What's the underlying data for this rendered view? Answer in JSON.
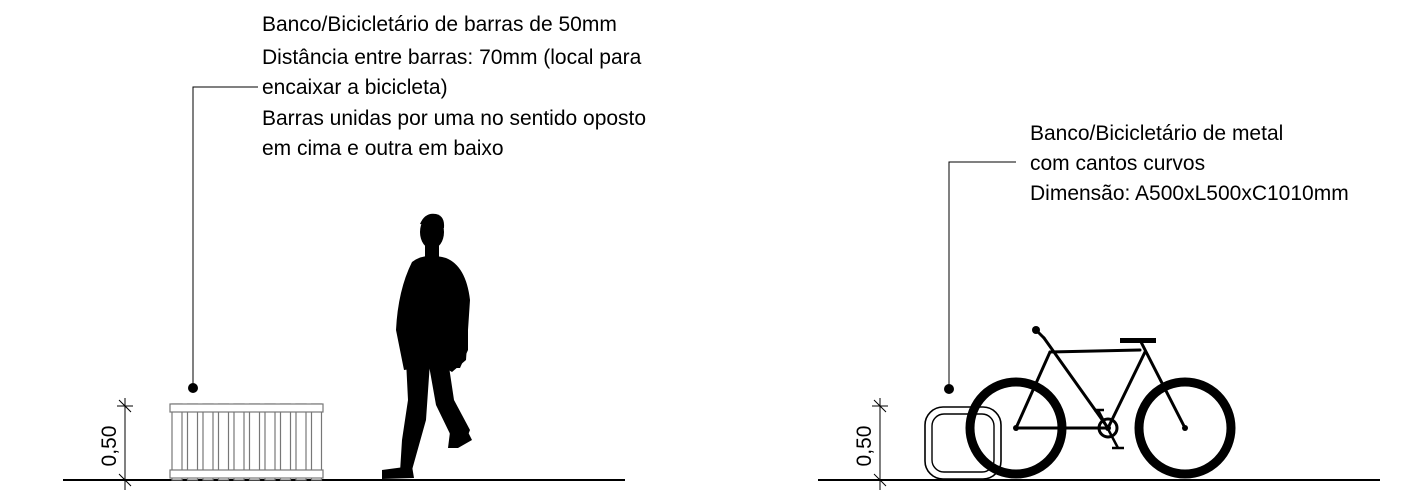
{
  "left_elevation": {
    "note_lines": [
      "Banco/Bicicletário de barras de 50mm",
      "Distância entre barras: 70mm (local para",
      "encaixar a bicicleta)",
      "Barras unidas por uma no sentido oposto",
      "em cima e outra em baixo"
    ],
    "dimension_label": "0,50"
  },
  "right_elevation": {
    "note_lines": [
      "Banco/Bicicletário de metal",
      "com cantos curvos",
      "Dimensão: A500xL500xC1010mm"
    ],
    "dimension_label": "0,50"
  },
  "colors": {
    "ink": "#000000",
    "paper": "#ffffff",
    "bench_line": "#8a8a8a"
  }
}
